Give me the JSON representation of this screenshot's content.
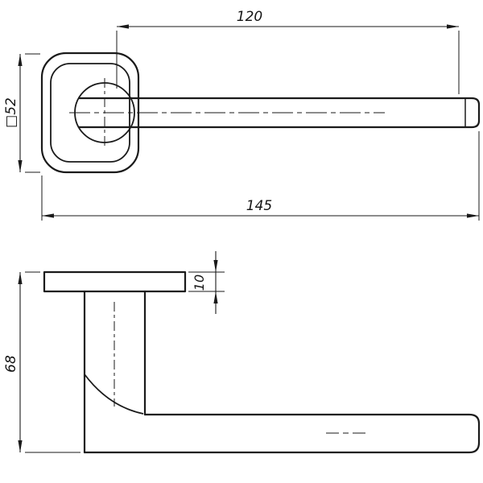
{
  "drawing": {
    "background_color": "#ffffff",
    "line_color": "#1a1a1a",
    "dimensions": {
      "lever_length": "120",
      "rosette_square": "□52",
      "overall_length": "145",
      "rosette_thickness": "10",
      "overall_height": "68"
    }
  }
}
